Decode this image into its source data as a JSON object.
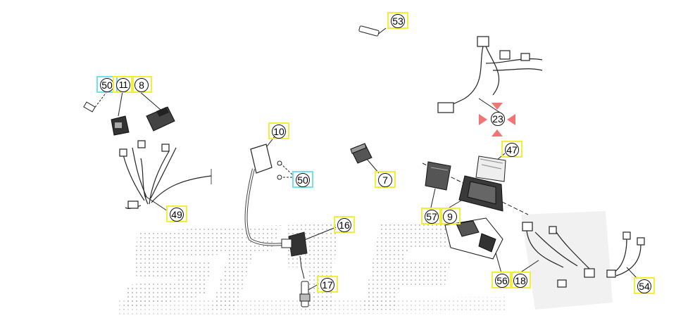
{
  "diagram": {
    "colors": {
      "callout_border": "#f2ef3a",
      "callout_border_alt": "#6fe3ef",
      "marker": "#f27474",
      "line": "#222222",
      "watermark_dots": "#9a9a9a"
    },
    "callouts": [
      {
        "id": "c53",
        "label": "53"
      },
      {
        "id": "c50a",
        "label": "50",
        "style": "cyan"
      },
      {
        "id": "c11",
        "label": "11"
      },
      {
        "id": "c8",
        "label": "8"
      },
      {
        "id": "c10",
        "label": "10"
      },
      {
        "id": "c50b",
        "label": "50",
        "style": "cyan"
      },
      {
        "id": "c7",
        "label": "7"
      },
      {
        "id": "c23",
        "label": "23",
        "highlighted": true
      },
      {
        "id": "c47",
        "label": "47"
      },
      {
        "id": "c49",
        "label": "49"
      },
      {
        "id": "c16",
        "label": "16"
      },
      {
        "id": "c57",
        "label": "57"
      },
      {
        "id": "c9",
        "label": "9"
      },
      {
        "id": "c17",
        "label": "17"
      },
      {
        "id": "c56",
        "label": "56"
      },
      {
        "id": "c18",
        "label": "18"
      },
      {
        "id": "c54",
        "label": "54"
      }
    ]
  }
}
